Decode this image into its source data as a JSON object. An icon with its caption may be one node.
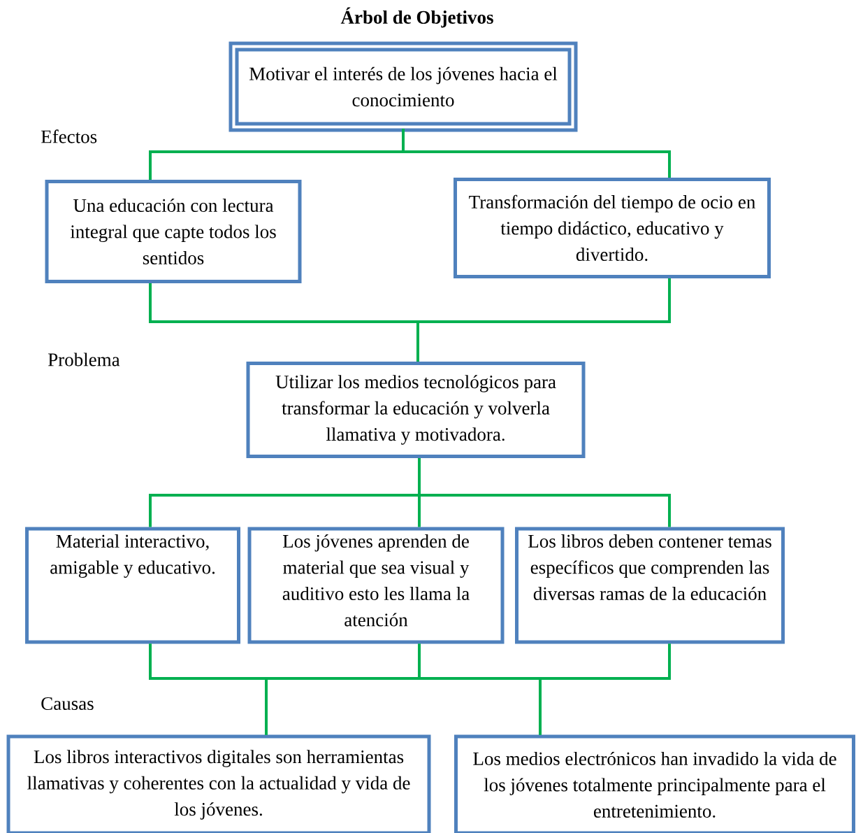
{
  "diagram": {
    "title": "Árbol de Objetivos",
    "nodes": [
      {
        "text": [
          "Motivar el interés de los jóvenes hacia el conocimiento"
        ]
      },
      {
        "text": [
          "Una educación con lectura integral que capte todos los sentidos"
        ]
      },
      {
        "text": [
          "Transformación del tiempo de ocio en tiempo didáctico, educativo y divertido."
        ]
      },
      {
        "text": [
          "Utilizar los medios tecnológicos para transformar la educación y volverla llamativa y motivadora."
        ]
      },
      {
        "text": [
          "Material interactivo, amigable y educativo."
        ]
      },
      {
        "text": [
          "Los jóvenes aprenden de material que sea visual y auditivo esto les llama la atención"
        ]
      },
      {
        "text": [
          "Los libros deben contener temas específicos que comprenden las diversas ramas de la educación"
        ]
      },
      {
        "text": [
          "Los libros interactivos digitales son herramientas llamativas y coherentes con la actualidad y vida de los jóvenes."
        ]
      },
      {
        "text": [
          "Los medios electrónicos han invadido la vida de los jóvenes totalmente principalmente para el entretenimiento."
        ]
      }
    ],
    "edges": [
      {
        "from": 0,
        "to": 1,
        "arrow": "none"
      },
      {
        "from": 0,
        "to": 2,
        "arrow": "none"
      },
      {
        "from": 1,
        "to": 3,
        "arrow": "none"
      },
      {
        "from": 2,
        "to": 3,
        "arrow": "none"
      },
      {
        "from": 3,
        "to": 4,
        "arrow": "none"
      },
      {
        "from": 3,
        "to": 5,
        "arrow": "none"
      },
      {
        "from": 3,
        "to": 6,
        "arrow": "none"
      },
      {
        "from": 4,
        "to": 7,
        "arrow": "none"
      },
      {
        "from": 4,
        "to": 8,
        "arrow": "none"
      },
      {
        "from": 5,
        "to": 7,
        "arrow": "none"
      },
      {
        "from": 5,
        "to": 8,
        "arrow": "none"
      },
      {
        "from": 6,
        "to": 7,
        "arrow": "none"
      },
      {
        "from": 6,
        "to": 8,
        "arrow": "none"
      }
    ],
    "labels": [
      "Efectos",
      "Problema",
      "Causas"
    ]
  }
}
